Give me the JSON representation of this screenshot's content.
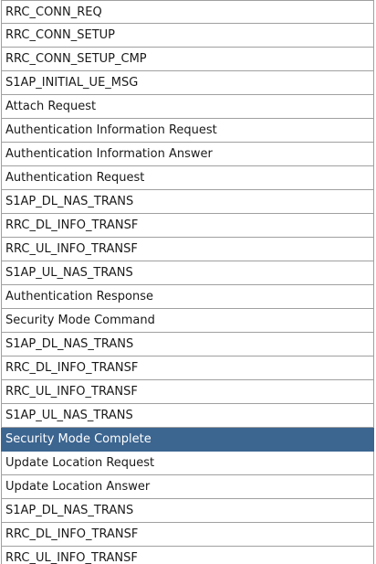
{
  "message_list": {
    "selected_index": 18,
    "items": [
      "RRC_CONN_REQ",
      "RRC_CONN_SETUP",
      "RRC_CONN_SETUP_CMP",
      "S1AP_INITIAL_UE_MSG",
      "Attach Request",
      "Authentication Information Request",
      "Authentication Information Answer",
      "Authentication Request",
      "S1AP_DL_NAS_TRANS",
      "RRC_DL_INFO_TRANSF",
      "RRC_UL_INFO_TRANSF",
      "S1AP_UL_NAS_TRANS",
      "Authentication Response",
      "Security Mode Command",
      "S1AP_DL_NAS_TRANS",
      "RRC_DL_INFO_TRANSF",
      "RRC_UL_INFO_TRANSF",
      "S1AP_UL_NAS_TRANS",
      "Security Mode Complete",
      "Update Location Request",
      "Update Location Answer",
      "S1AP_DL_NAS_TRANS",
      "RRC_DL_INFO_TRANSF",
      "RRC_UL_INFO_TRANSF"
    ]
  }
}
